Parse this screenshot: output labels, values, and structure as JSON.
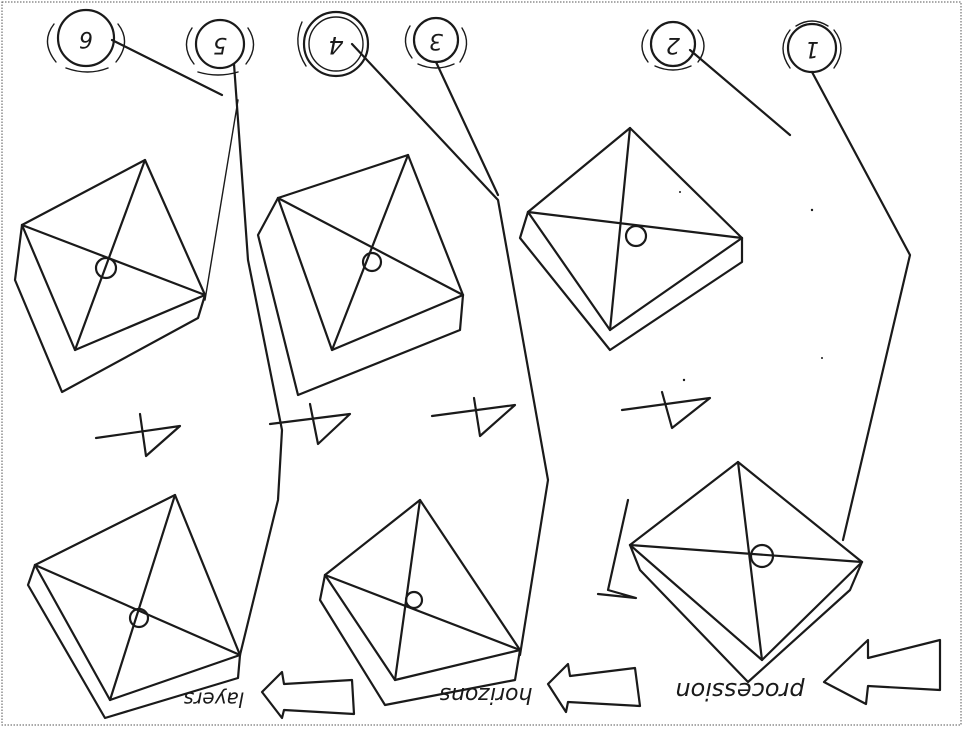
{
  "steps": [
    {
      "number": "1"
    },
    {
      "number": "2"
    },
    {
      "number": "3"
    },
    {
      "number": "4"
    },
    {
      "number": "5"
    },
    {
      "number": "6"
    }
  ],
  "labels": {
    "procession": "procession",
    "horizons": "horizons",
    "layers": "layers"
  }
}
